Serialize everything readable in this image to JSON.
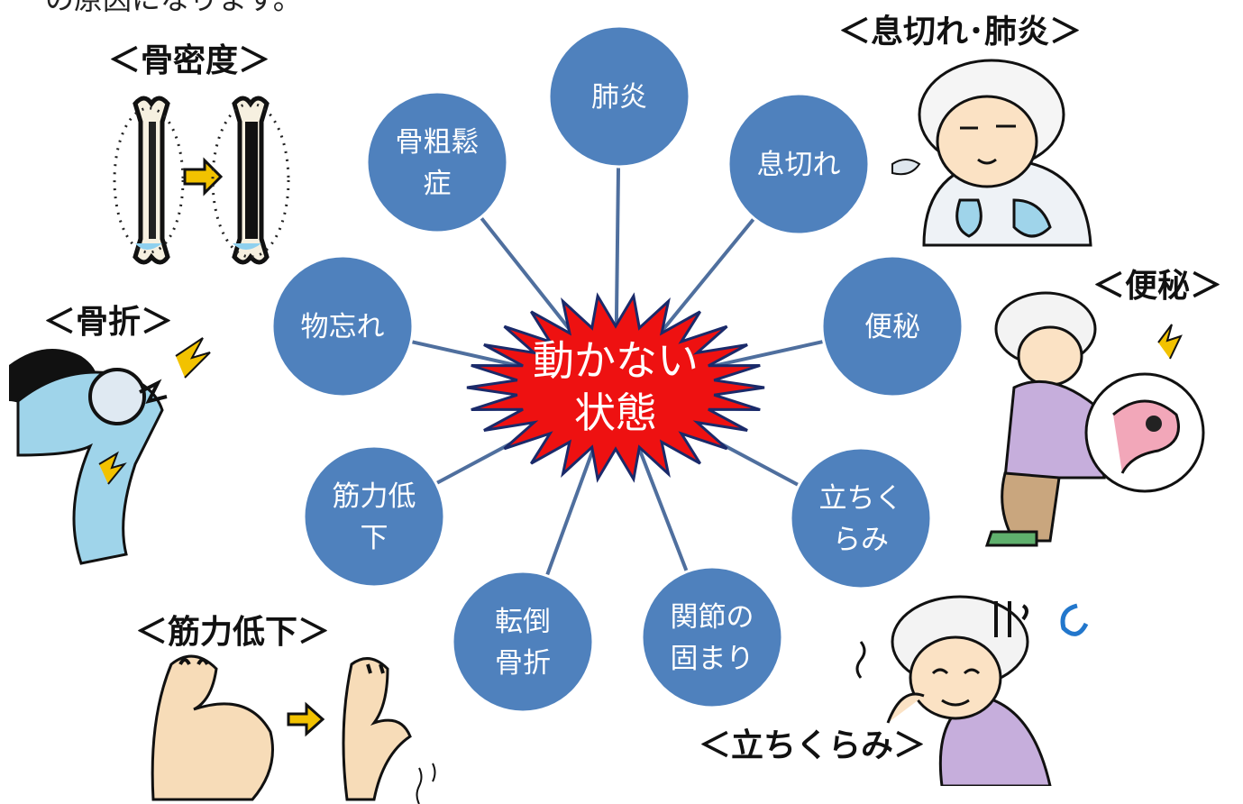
{
  "top_text": "の原因になります。",
  "center": {
    "lines": [
      "動かない",
      "状態"
    ]
  },
  "nodes": [
    {
      "id": "pneumonia",
      "lines": [
        "肺炎"
      ]
    },
    {
      "id": "breathless",
      "lines": [
        "息切れ"
      ]
    },
    {
      "id": "constipation",
      "lines": [
        "便秘"
      ]
    },
    {
      "id": "dizziness",
      "lines": [
        "立ちく",
        "らみ"
      ]
    },
    {
      "id": "joint-stiffness",
      "lines": [
        "関節の",
        "固まり"
      ]
    },
    {
      "id": "fall-fracture",
      "lines": [
        "転倒",
        "骨折"
      ]
    },
    {
      "id": "muscle-weakness",
      "lines": [
        "筋力低",
        "下"
      ]
    },
    {
      "id": "forgetfulness",
      "lines": [
        "物忘れ"
      ]
    },
    {
      "id": "osteoporosis",
      "lines": [
        "骨粗鬆",
        "症"
      ]
    }
  ],
  "illustration_labels": {
    "bone_density": "＜骨密度＞",
    "breathless_pneumonia": "＜息切れ･肺炎＞",
    "constipation": "＜便秘＞",
    "fracture": "＜骨折＞",
    "muscle_weakness": "＜筋力低下＞",
    "dizziness": "＜立ちくらみ＞"
  },
  "colors": {
    "node_fill": "#4f81bd",
    "node_stroke": "#ffffff",
    "connector": "#4f6f9e",
    "burst_fill": "#ee1111",
    "burst_stroke": "#1a2a6a"
  }
}
